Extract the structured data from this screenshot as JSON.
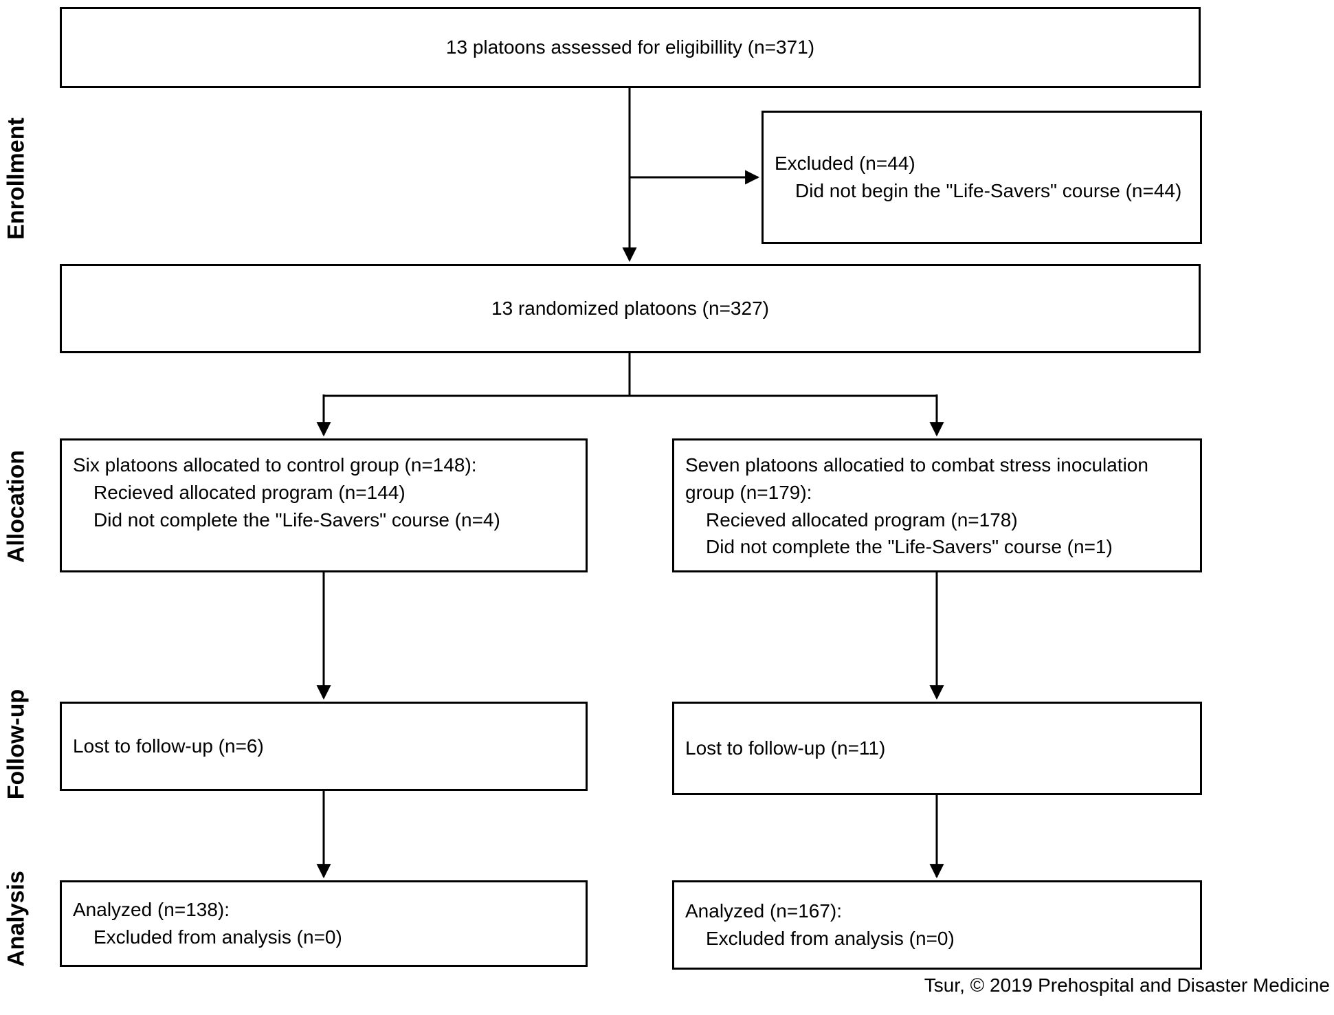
{
  "stage_labels": {
    "enrollment": "Enrollment",
    "allocation": "Allocation",
    "followup": "Follow-up",
    "analysis": "Analysis"
  },
  "boxes": {
    "eligibility": {
      "line1": "13 platoons assessed for eligibillity (n=371)"
    },
    "excluded": {
      "line1": "Excluded (n=44)",
      "line2": "Did not begin the \"Life-Savers\" course (n=44)"
    },
    "randomized": {
      "line1": "13 randomized platoons (n=327)"
    },
    "control": {
      "line1": "Six platoons allocated to control group (n=148):",
      "line2": "Recieved allocated program (n=144)",
      "line3": "Did not complete the \"Life-Savers\" course (n=4)"
    },
    "intervention": {
      "line1": "Seven platoons allocatied to combat stress inoculation group (n=179):",
      "line2": "Recieved allocated program (n=178)",
      "line3": "Did not complete the \"Life-Savers\" course (n=1)"
    },
    "followup_control": {
      "line1": "Lost to follow-up (n=6)"
    },
    "followup_intervention": {
      "line1": "Lost to follow-up (n=11)"
    },
    "analyzed_control": {
      "line1": "Analyzed (n=138):",
      "line2": "Excluded from analysis (n=0)"
    },
    "analyzed_intervention": {
      "line1": "Analyzed (n=167):",
      "line2": "Excluded from analysis (n=0)"
    }
  },
  "caption": "Tsur, © 2019 Prehospital and Disaster Medicine",
  "colors": {
    "line": "#000000",
    "background": "#ffffff",
    "text": "#000000"
  }
}
